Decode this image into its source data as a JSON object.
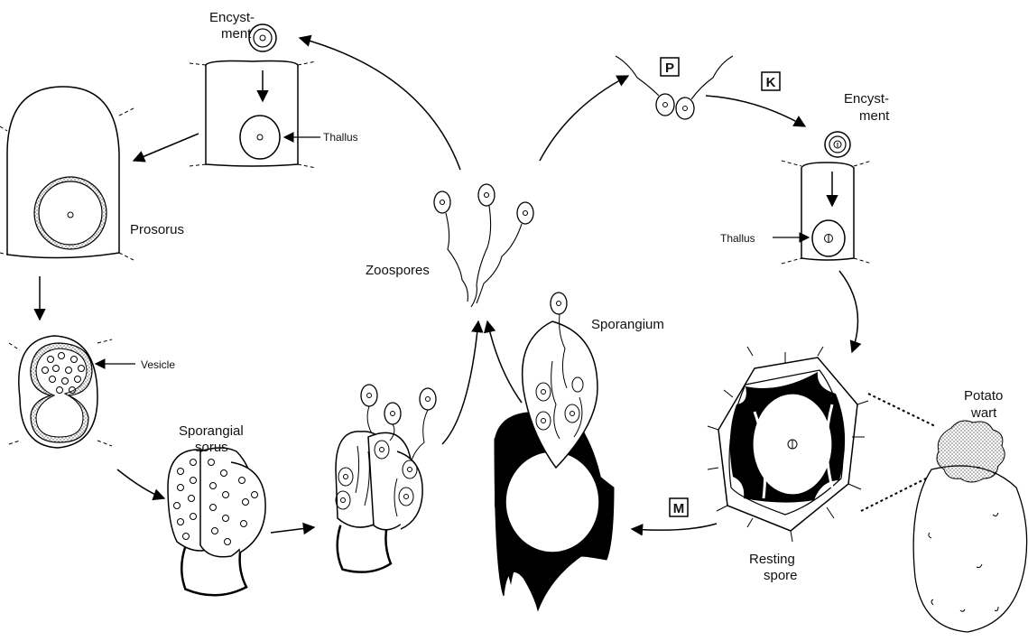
{
  "diagram": {
    "labels": {
      "encystment_left_1": "Encyst-",
      "encystment_left_2": "ment",
      "thallus_left": "Thallus",
      "prosorus": "Prosorus",
      "vesicle": "Vesicle",
      "sporangial_1": "Sporangial",
      "sporangial_2": "sorus",
      "zoospores": "Zoospores",
      "sporangium": "Sporangium",
      "encystment_right_1": "Encyst-",
      "encystment_right_2": "ment",
      "thallus_right": "Thallus",
      "resting_1": "Resting",
      "resting_2": "spore",
      "potato_1": "Potato",
      "potato_2": "wart"
    },
    "boxed": {
      "p": "P",
      "k": "K",
      "m": "M"
    }
  }
}
